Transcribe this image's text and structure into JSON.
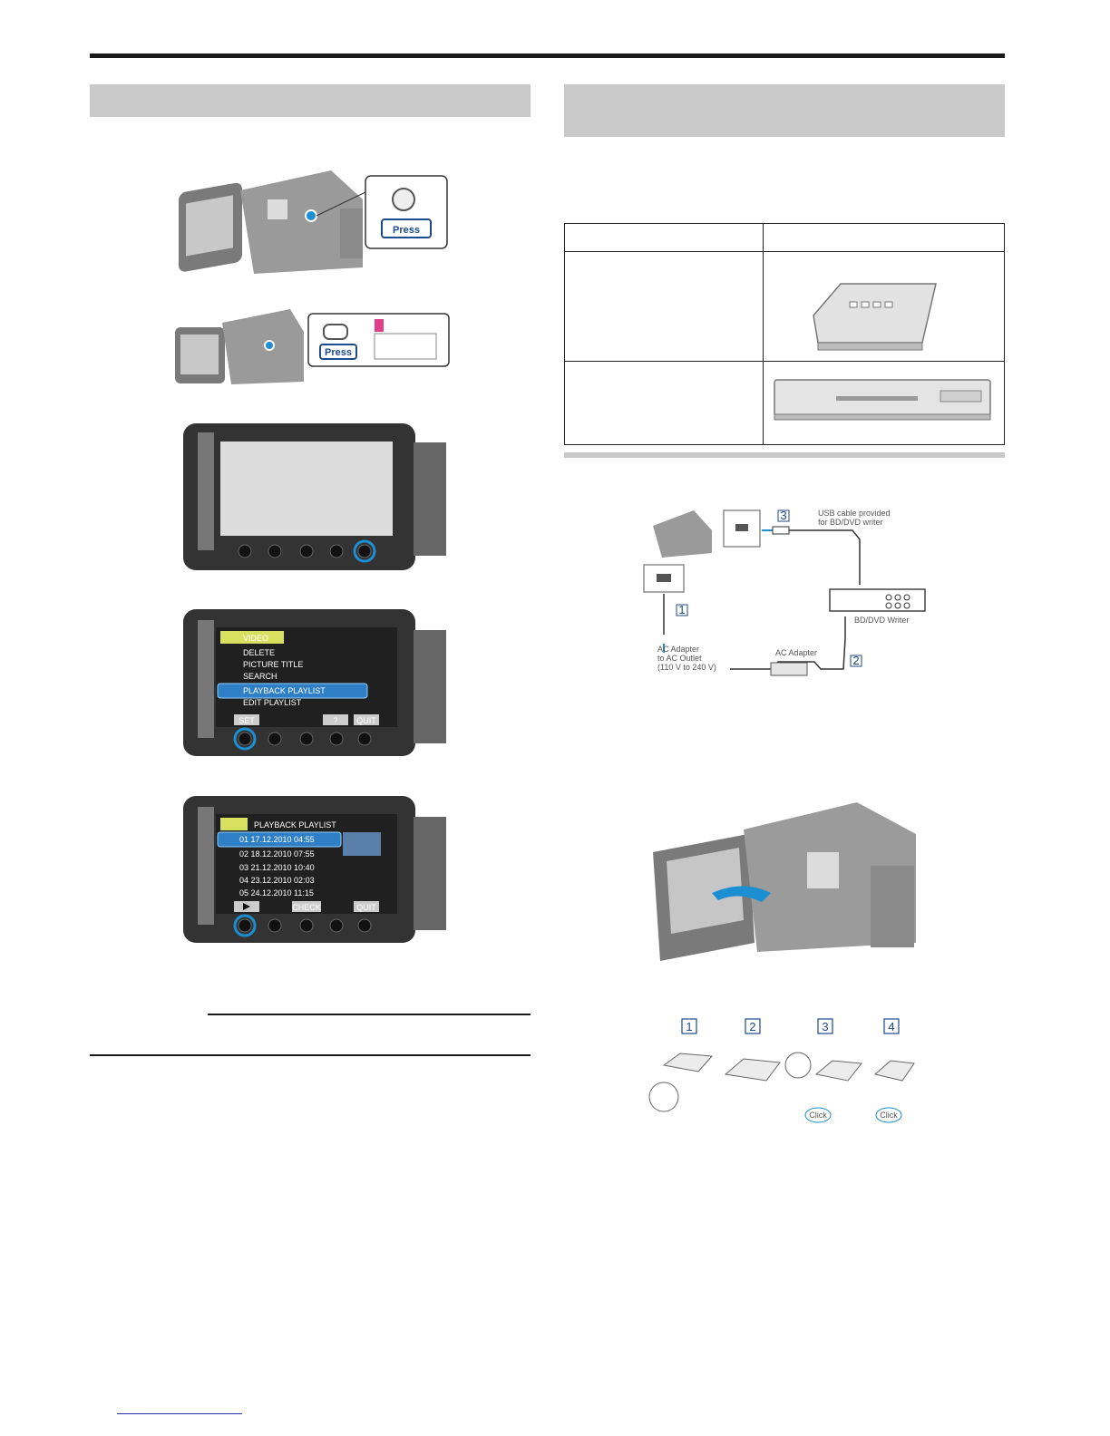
{
  "step_images": {
    "press_label": "Press"
  },
  "menu_screen": {
    "header": "VIDEO",
    "items": [
      "DELETE",
      "PICTURE TITLE",
      "SEARCH",
      "PLAYBACK PLAYLIST",
      "EDIT PLAYLIST"
    ],
    "buttons": [
      "SET",
      "?",
      "QUIT"
    ]
  },
  "playlist_screen": {
    "header": "PLAYBACK PLAYLIST",
    "items": [
      "01 17.12.2010 04:55",
      "02 18.12.2010 07:55",
      "03 21.12.2010 10:40",
      "04 23.12.2010 02:03",
      "05 24.12.2010 11:15"
    ],
    "buttons": [
      "CHECK",
      "QUIT"
    ]
  },
  "connection_diagram": {
    "usb_label_line1": "USB cable provided",
    "usb_label_line2": "for BD/DVD writer",
    "writer_label": "BD/DVD Writer",
    "ac_adapter_label": "AC Adapter",
    "outlet_line1": "AC Adapter",
    "outlet_line2": "to AC Outlet",
    "outlet_line3": "(110 V to 240 V)",
    "step1": "1",
    "step2": "2",
    "step3": "3"
  },
  "disc_steps": {
    "labels": [
      "1",
      "2",
      "3",
      "4"
    ],
    "click_label": "Click"
  }
}
